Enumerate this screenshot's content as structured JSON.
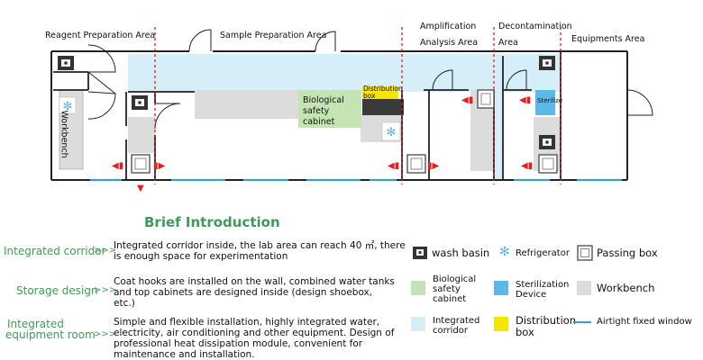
{
  "areas": [
    {
      "id": "reagent",
      "label": "Reagent Preparation Area"
    },
    {
      "id": "sample",
      "label": "Sample Preparation Area"
    },
    {
      "id": "amplification",
      "label_line1": "Amplification",
      "label_line2": "Analysis Area"
    },
    {
      "id": "decontamination",
      "label_line1": "Decontamination",
      "label_line2": "Area"
    },
    {
      "id": "equipments",
      "label": "Equipments Area"
    }
  ],
  "rooms": {
    "workbench": "Workbench",
    "bsc_line1": "Biological",
    "bsc_line2": "safety",
    "bsc_line3": "cabinet",
    "distribution_line1": "Distribution",
    "distribution_line2": "box",
    "sterilize": "Sterilize"
  },
  "intro": {
    "title": "Brief Introduction",
    "features": [
      {
        "name_line1": "Integrated corridor",
        "name_line2": "",
        "arrow": ">>>",
        "desc_lines": [
          "Integrated corridor inside, the lab area can reach 40 ㎡, there",
          "is enough space for experimentation"
        ]
      },
      {
        "name_line1": "Storage design",
        "name_line2": "",
        "arrow": ">>>",
        "desc_lines": [
          "Coat hooks are installed on the wall, combined water tanks",
          "and top cabinets are designed inside (design shoebox,",
          "etc.)"
        ]
      },
      {
        "name_line1": "Integrated",
        "name_line2": "equipment room",
        "arrow": ">>>",
        "desc_lines": [
          "Simple and flexible installation, highly integrated water,",
          "electricity, air conditioning and other equipment. Design of",
          "professional heat dissipation module, convenient for",
          "maintenance and installation."
        ]
      }
    ]
  },
  "legend": {
    "wash_basin": "wash basin",
    "refrigerator": "Refrigerator",
    "passing_box": "Passing box",
    "bsc_line1": "Biological",
    "bsc_line2": "safety",
    "bsc_line3": "cabinet",
    "sterilization_line1": "Sterilization",
    "sterilization_line2": "Device",
    "workbench": "Workbench",
    "corridor_line1": "Integrated",
    "corridor_line2": "corridor",
    "distribution_line1": "Distribution",
    "distribution_line2": "box",
    "window": "Airtight fixed window"
  },
  "colors": {
    "corridor": "#d6eef8",
    "workbench": "#dcdcdc",
    "bsc": "#c4e4b4",
    "sterilization": "#5bb8e8",
    "distribution": "#f5e600",
    "wall": "#222222",
    "divider": "#e2201c",
    "window": "#3aa0c8",
    "green_text": "#3f9a5a"
  }
}
